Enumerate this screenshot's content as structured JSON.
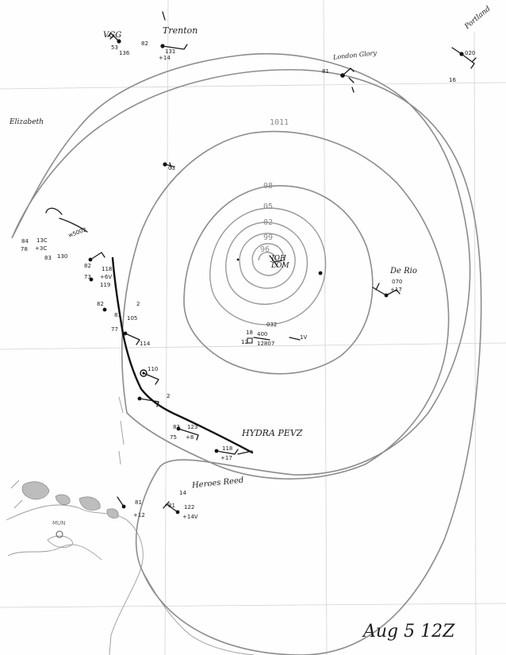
{
  "map": {
    "date_label": "Aug 5   12Z",
    "center_mark": "JOH\nLOM",
    "isobars": [
      "1011",
      "08",
      "05",
      "02",
      "99",
      "96"
    ],
    "places": {
      "trenton": "Trenton",
      "vgg": "VGG",
      "london": "London Glory",
      "portland": "Portland",
      "elizabeth": "Elizabeth",
      "debrio": "De Rio",
      "hydra": "HYDRA PEVZ",
      "heroes": "Heroes Reed",
      "mun": "MUN"
    },
    "stations": [
      {
        "id": "s_top1a",
        "text": "53"
      },
      {
        "id": "s_top1b",
        "text": "136"
      },
      {
        "id": "s_top2a",
        "text": "82"
      },
      {
        "id": "s_top2b",
        "text": "131"
      },
      {
        "id": "s_top2c",
        "text": "+14"
      },
      {
        "id": "s_london",
        "text": "81"
      },
      {
        "id": "s_port1",
        "text": "020"
      },
      {
        "id": "s_port2",
        "text": "16"
      },
      {
        "id": "s_ship",
        "text": "03"
      },
      {
        "id": "s_w1",
        "text": "84"
      },
      {
        "id": "s_w2",
        "text": "13C"
      },
      {
        "id": "s_w3",
        "text": "78"
      },
      {
        "id": "s_w4",
        "text": "+3C"
      },
      {
        "id": "s_w5",
        "text": "83"
      },
      {
        "id": "s_w6",
        "text": "130"
      },
      {
        "id": "s_w7",
        "text": "w5002"
      },
      {
        "id": "s_c1",
        "text": "82"
      },
      {
        "id": "s_c2",
        "text": "118"
      },
      {
        "id": "s_c3",
        "text": "+6V"
      },
      {
        "id": "s_c4",
        "text": "73"
      },
      {
        "id": "s_c5",
        "text": "119"
      },
      {
        "id": "s_c6",
        "text": "82"
      },
      {
        "id": "s_c7",
        "text": "2"
      },
      {
        "id": "s_c8",
        "text": "81"
      },
      {
        "id": "s_c9",
        "text": "105"
      },
      {
        "id": "s_c10",
        "text": "77"
      },
      {
        "id": "s_c11",
        "text": "114"
      },
      {
        "id": "s_c12",
        "text": "110"
      },
      {
        "id": "s_c13",
        "text": "2"
      },
      {
        "id": "s_e1",
        "text": "032"
      },
      {
        "id": "s_e2",
        "text": "18"
      },
      {
        "id": "s_e3",
        "text": "400"
      },
      {
        "id": "s_e4",
        "text": "12"
      },
      {
        "id": "s_e5",
        "text": "12807"
      },
      {
        "id": "s_e6",
        "text": "1V"
      },
      {
        "id": "s_r1",
        "text": "070"
      },
      {
        "id": "s_r2",
        "text": "+17"
      },
      {
        "id": "s_h1",
        "text": "83"
      },
      {
        "id": "s_h2",
        "text": "123"
      },
      {
        "id": "s_h3",
        "text": "75"
      },
      {
        "id": "s_h4",
        "text": "+8"
      },
      {
        "id": "s_h5",
        "text": "118"
      },
      {
        "id": "s_h6",
        "text": "+17"
      },
      {
        "id": "s_b1",
        "text": "81"
      },
      {
        "id": "s_b2",
        "text": "+12"
      },
      {
        "id": "s_b3",
        "text": "14"
      },
      {
        "id": "s_b4",
        "text": "81"
      },
      {
        "id": "s_b5",
        "text": "122"
      },
      {
        "id": "s_b6",
        "text": "+14V"
      }
    ]
  }
}
